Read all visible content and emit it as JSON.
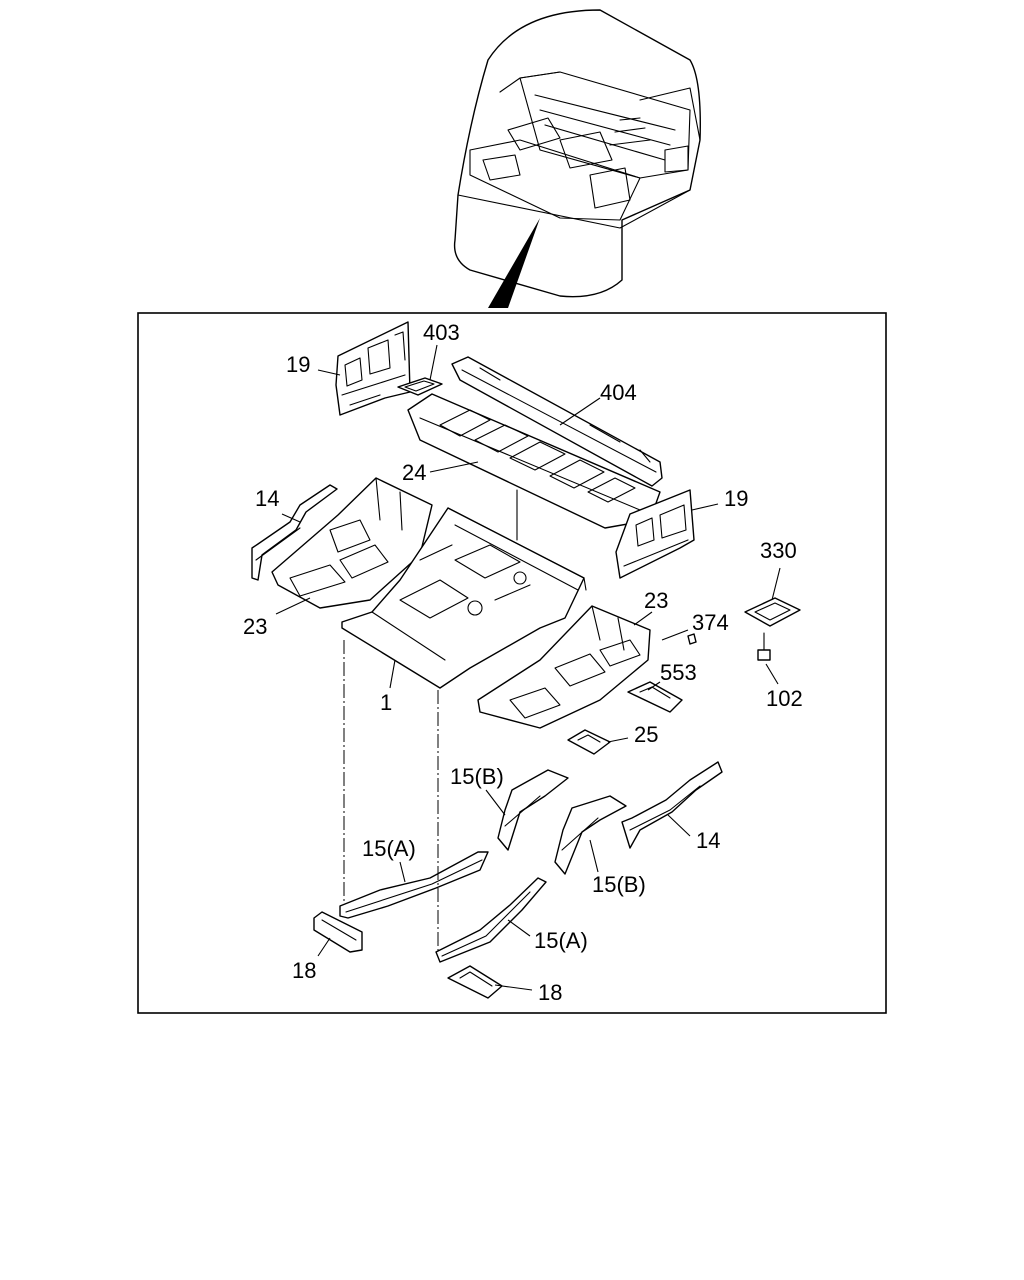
{
  "callouts": {
    "c403": "403",
    "c19_left": "19",
    "c404": "404",
    "c24": "24",
    "c19_right": "19",
    "c14_upper": "14",
    "c23_left": "23",
    "c23_right": "23",
    "c330": "330",
    "c374": "374",
    "c553": "553",
    "c102": "102",
    "c1": "1",
    "c25": "25",
    "c15b_left": "15(B)",
    "c14_lower": "14",
    "c15a_left": "15(A)",
    "c15b_right": "15(B)",
    "c15a_right": "15(A)",
    "c18_left": "18",
    "c18_right": "18"
  }
}
